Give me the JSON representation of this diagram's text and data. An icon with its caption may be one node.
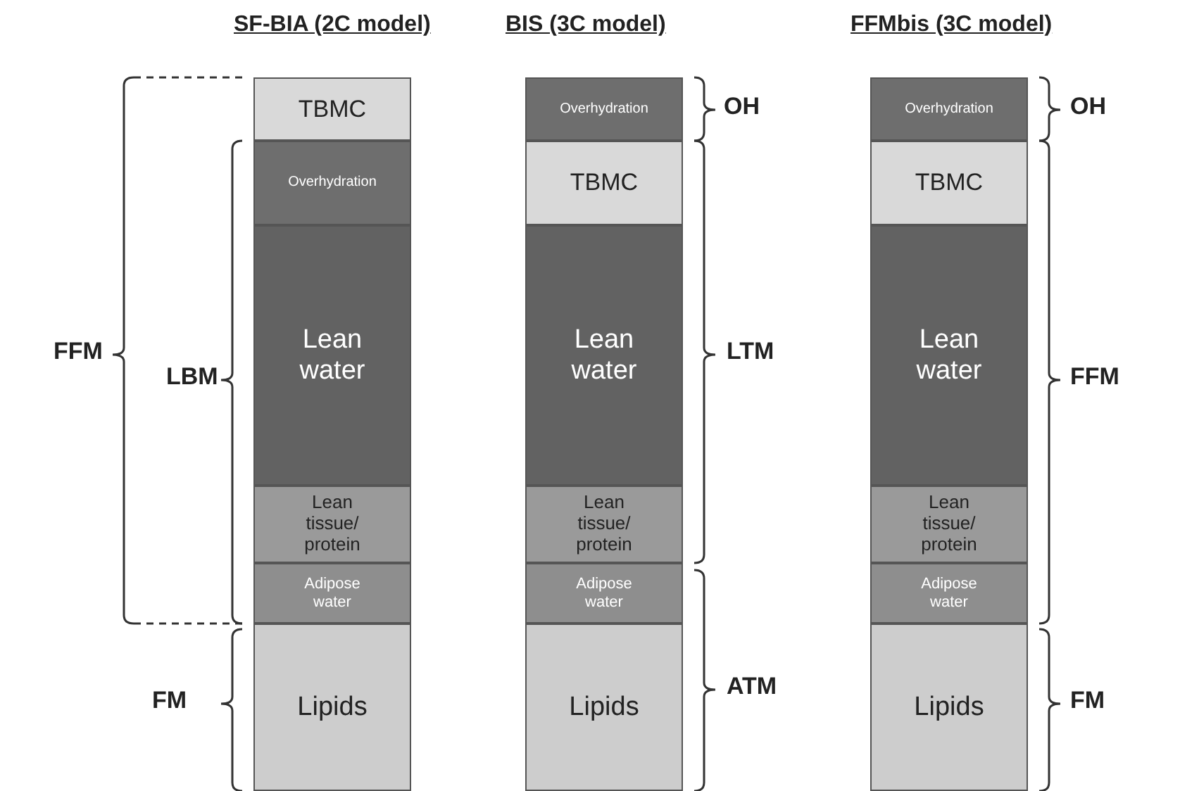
{
  "diagram": {
    "nodes": [
      {
        "text": [
          "SF-BIA (2C model)"
        ]
      },
      {
        "text": [
          "TBMC"
        ],
        "in": 0
      },
      {
        "text": [
          "Overhydration"
        ],
        "in": 0
      },
      {
        "text": [
          "Lean water"
        ],
        "in": 0
      },
      {
        "text": [
          "Lean tissue/ protein"
        ],
        "in": 0
      },
      {
        "text": [
          "Adipose water"
        ],
        "in": 0
      },
      {
        "text": [
          "Lipids"
        ],
        "in": 0
      },
      {
        "text": [
          "BIS (3C model)"
        ]
      },
      {
        "text": [
          "Overhydration"
        ],
        "in": 7
      },
      {
        "text": [
          "TBMC"
        ],
        "in": 7
      },
      {
        "text": [
          "Lean water"
        ],
        "in": 7
      },
      {
        "text": [
          "Lean tissue/ protein"
        ],
        "in": 7
      },
      {
        "text": [
          "Adipose water"
        ],
        "in": 7
      },
      {
        "text": [
          "Lipids"
        ],
        "in": 7
      },
      {
        "text": [
          "FFMbis (3C model)"
        ]
      },
      {
        "text": [
          "Overhydration"
        ],
        "in": 14
      },
      {
        "text": [
          "TBMC"
        ],
        "in": 14
      },
      {
        "text": [
          "Lean water"
        ],
        "in": 14
      },
      {
        "text": [
          "Lean tissue/ protein"
        ],
        "in": 14
      },
      {
        "text": [
          "Adipose water"
        ],
        "in": 14
      },
      {
        "text": [
          "Lipids"
        ],
        "in": 14
      }
    ],
    "edges": [],
    "labels": [
      "OH",
      "OH",
      "FFM",
      "LBM",
      "LTM",
      "FFM",
      "ATM",
      "FM",
      "FM"
    ]
  }
}
